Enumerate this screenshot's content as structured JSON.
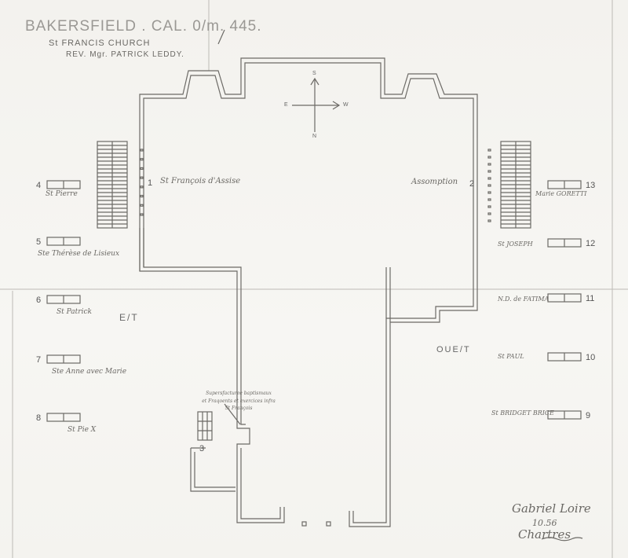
{
  "header": {
    "line1": "BAKERSFIELD . CAL.  0/m. 445.",
    "line2": "St FRANCIS   CHURCH",
    "line3": "REV. Mgr. PATRICK LEDDY."
  },
  "compass": {
    "north": "S",
    "south": "N",
    "east": "E",
    "west": "W"
  },
  "left_wall_label": "E/T",
  "right_wall_label": "OUE/T",
  "chapels": {
    "c1": {
      "number": "1",
      "name": "St François d'Assise"
    },
    "c2": {
      "number": "2",
      "name": "Assomption"
    },
    "c3": {
      "number": "3",
      "name": "Supersfacturee baptismaux\net Fraqoents et exercices infra\nSt François"
    }
  },
  "windows_left": [
    {
      "number": "4",
      "name": "St Pierre"
    },
    {
      "number": "5",
      "name": "Ste Thérèse de Lisieux"
    },
    {
      "number": "6",
      "name": "St Patrick"
    },
    {
      "number": "7",
      "name": "Ste Anne avec Marie"
    },
    {
      "number": "8",
      "name": "St Pie X"
    }
  ],
  "windows_right": [
    {
      "number": "13",
      "name": "Marie GORETTI"
    },
    {
      "number": "12",
      "name": "St JOSEPH"
    },
    {
      "number": "11",
      "name": "N.D. de FATIMA"
    },
    {
      "number": "10",
      "name": "St PAUL"
    },
    {
      "number": "9",
      "name": "St BRIDGET BRICE"
    }
  ],
  "signature": {
    "line1": "Gabriel Loire",
    "line2": "10.56",
    "line3": "Chartres"
  }
}
